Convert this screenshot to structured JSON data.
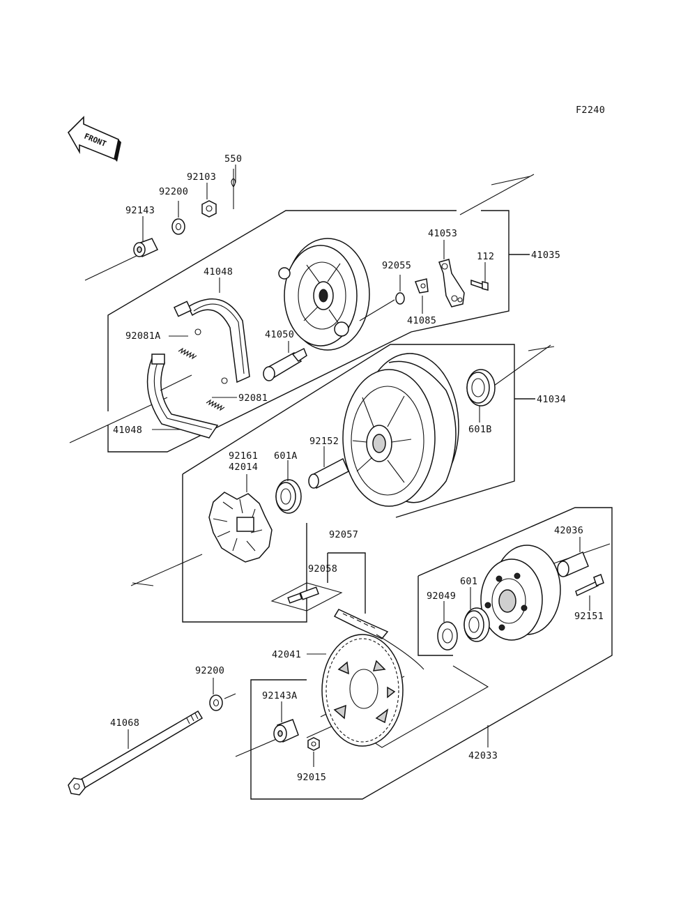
{
  "figure_code": "F2240",
  "front_arrow_label": "FRONT",
  "labels": {
    "p550": "550",
    "p92103": "92103",
    "p92200_top": "92200",
    "p92143": "92143",
    "p41048_top": "41048",
    "p92081A": "92081A",
    "p41050": "41050",
    "p92081": "92081",
    "p41048_bottom": "41048",
    "p92055": "92055",
    "p41085": "41085",
    "p41053": "41053",
    "p112": "112",
    "p41035": "41035",
    "p41034": "41034",
    "p601B": "601B",
    "p92152": "92152",
    "p601A": "601A",
    "p92161": "92161",
    "p42014": "42014",
    "p92057": "92057",
    "p92058": "92058",
    "p42036": "42036",
    "p601": "601",
    "p92049": "92049",
    "p92151": "92151",
    "p42041": "42041",
    "p92200_bottom": "92200",
    "p92143A": "92143A",
    "p41068": "41068",
    "p92015": "92015",
    "p42033": "42033"
  }
}
